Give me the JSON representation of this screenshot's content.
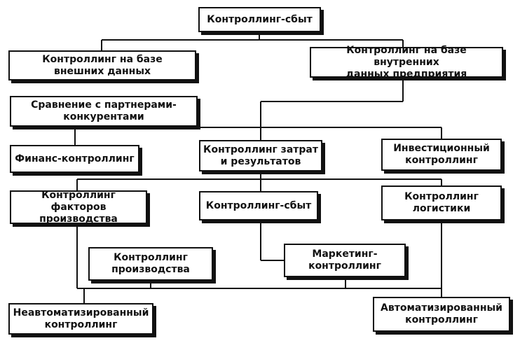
{
  "nodes": {
    "root": "Контроллинг-сбыт",
    "external": "Контроллинг на базе\nвнешних данных",
    "internal": "Контроллинг на базе внутренних\nданных предприятия",
    "competitors": "Сравнение с партнерами-\nконкурентами",
    "finance": "Финанс-контроллинг",
    "costs": "Контроллинг затрат\nи результатов",
    "investment": "Инвестиционный\nконтроллинг",
    "factors": "Контроллинг факторов\nпроизводства",
    "sales": "Контроллинг-сбыт",
    "logistics": "Контроллинг\nлогистики",
    "production": "Контроллинг\nпроизводства",
    "marketing": "Маркетинг-\nконтроллинг",
    "manual": "Неавтоматизированный\nконтроллинг",
    "automated": "Автоматизированный\nконтроллинг"
  }
}
